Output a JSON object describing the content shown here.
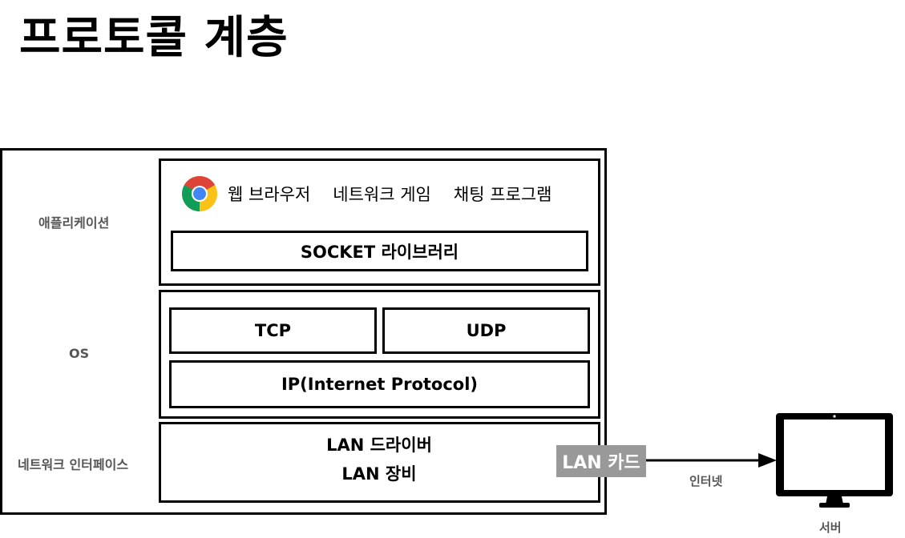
{
  "title": "프로토콜 계층",
  "layers": {
    "application": "애플리케이션",
    "os": "OS",
    "network_interface": "네트워크 인터페이스"
  },
  "apps": {
    "browser": "웹 브라우저",
    "game": "네트워크 게임",
    "chat": "채팅 프로그램"
  },
  "socket_library": "SOCKET 라이브러리",
  "transport": {
    "tcp": "TCP",
    "udp": "UDP"
  },
  "ip": "IP(Internet Protocol)",
  "lan": {
    "driver": "LAN 드라이버",
    "device": "LAN 장비",
    "card": "LAN 카드"
  },
  "internet_label": "인터넷",
  "server_label": "서버",
  "icons": [
    "chrome-icon",
    "monitor-icon",
    "arrow-icon"
  ]
}
